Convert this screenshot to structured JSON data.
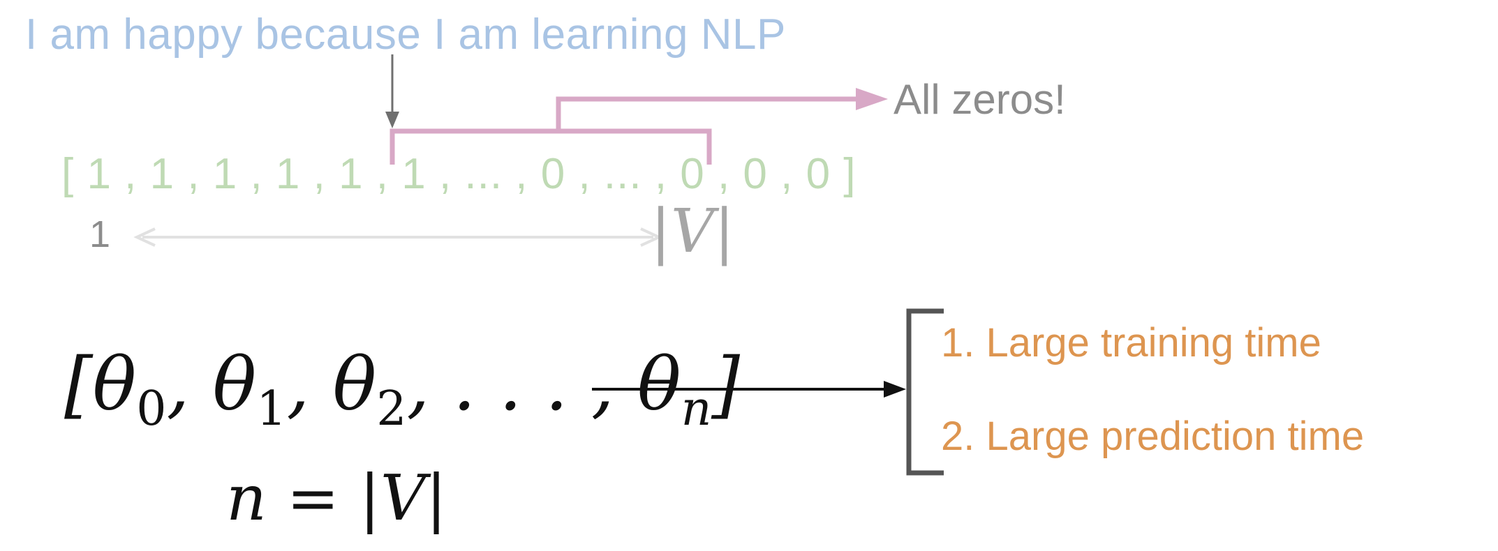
{
  "sentence": "I am happy because I am learning NLP",
  "vector": "[ 1 , 1 , 1 , 1 , 1 , 1 , ... , 0 , ... , 0 , 0 , 0 ]",
  "vector_start_label": "1",
  "vector_end_label": "|V|",
  "all_zeros_label": "All zeros!",
  "theta_vector": "[θ0, θ1, θ2, . . . , θn]",
  "theta": {
    "open": "[θ",
    "sub0": "0",
    "sep1": ", θ",
    "sub1": "1",
    "sep2": ", θ",
    "sub2": "2",
    "dots": ", . . . , θ",
    "subn": "n",
    "close": "]"
  },
  "n_equation": "n = |V|",
  "consequences": [
    "1. Large training time",
    "2. Large prediction time"
  ],
  "colors": {
    "sentence": "#a9c4e4",
    "vector": "#bfdab4",
    "bracket": "#d8a8c6",
    "gray_text": "#8c8c8c",
    "orange": "#dd9550"
  }
}
